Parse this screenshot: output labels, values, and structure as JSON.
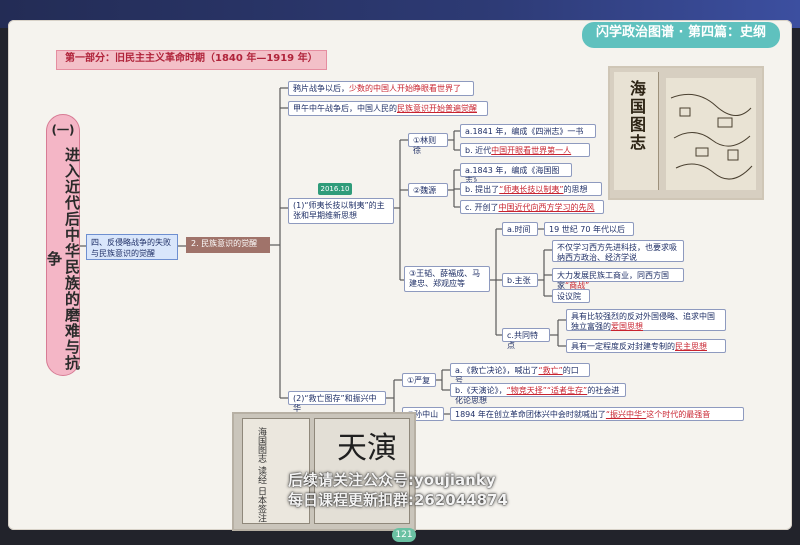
{
  "header": {
    "label": "闪学政治图谱 · 第四篇：史纲"
  },
  "part_title": "第一部分：旧民主主义革命时期（1840 年—1919 年）",
  "vertical_title": {
    "roman": "(一)",
    "text": "进入近代后中华民族的磨难与抗争"
  },
  "blue_box": "四、反侵略战争的失败与民族意识的觉醒",
  "brown_box": "2. 民族意识的觉醒",
  "top_nodes": {
    "n1_pre": "鸦片战争以后，",
    "n1_red": "少数的中国人开始睁眼看世界了",
    "n2_pre": "甲午中午战争后，中国人民的",
    "n2_red": "民族意识开始普遍觉醒"
  },
  "year_tag": "2016.10",
  "branch1": {
    "title": "(1)“师夷长技以制夷”的主张和早期维新思想",
    "lin": "①林则徐",
    "lin_a": "a.1841 年，编成《四洲志》一书",
    "lin_b_pre": "b. 近代",
    "lin_b_red": "中国开眼看世界第一人",
    "wei": "②魏源",
    "wei_a": "a.1843 年，编成《海国图志》",
    "wei_b_pre": "b. 提出了",
    "wei_b_red": "“师夷长技以制夷”",
    "wei_b_post": "的思想",
    "wei_c_pre": "c. 开创了",
    "wei_c_red": "中国近代向西方学习的先风"
  },
  "branch3": {
    "title": "③王韬、薛福成、马建忠、郑观应等",
    "a_label": "a.时间",
    "a_text": "19 世纪 70 年代以后",
    "b_label": "b.主张",
    "b1": "不仅学习西方先进科技，也要求吸纳西方政治、经济学说",
    "b2_pre": "大力发展民族工商业，同西方国家",
    "b2_red": "“商战”",
    "b3": "设议院",
    "c_label": "c.共同特点",
    "c1_pre": "具有比较强烈的反对外国侵略、追求中国独立富强的",
    "c1_red": "爱国思想",
    "c2_pre": "具有一定程度反对封建专制的",
    "c2_red": "民主思想"
  },
  "branch2": {
    "title": "(2)“救亡图存”和振兴中华",
    "yan": "①严复",
    "yan_a_pre": "a.《救亡决论》，喊出了",
    "yan_a_red": "“救亡”",
    "yan_a_post": "的口号",
    "yan_b_pre": "b.《天演论》，",
    "yan_b_red": "“物竞天择”“适者生存”",
    "yan_b_post": "的社会进化论思想",
    "sun": "②孙中山",
    "sun_pre": "1894 年在创立革命团体兴中会时就喊出了",
    "sun_red": "“振兴中华”",
    "sun_post": "这个时代的最强音"
  },
  "photos": {
    "top_cover_title": "海国图志",
    "bottom_book_title": "天演",
    "bottom_book_cols": "海国图志 读经 日本签注"
  },
  "watermark": {
    "line1": "后续请关注公众号:youjianky",
    "line2": "每日课程更新扣群:262044874"
  },
  "page_number": "121"
}
